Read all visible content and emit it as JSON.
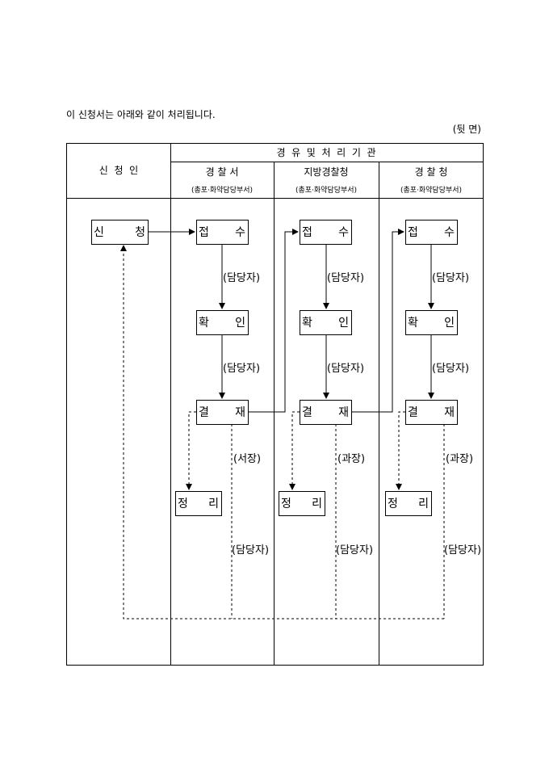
{
  "intro": "이 신청서는 아래와 같이 처리됩니다.",
  "page_side": "(뒷 면)",
  "table": {
    "applicant_header": "신  청  인",
    "route_header": "경  유  및  처  리  기  관",
    "columns": [
      {
        "name": "경  찰  서",
        "dept": "(총포·화약담당부서)"
      },
      {
        "name": "지방경찰청",
        "dept": "(총포·화약담당부서)"
      },
      {
        "name": "경  찰  청",
        "dept": "(총포·화약담당부서)"
      }
    ]
  },
  "flow": {
    "apply": [
      "신",
      "청"
    ],
    "receive": [
      "접",
      "수"
    ],
    "confirm": [
      "확",
      "인"
    ],
    "approve": [
      "결",
      "재"
    ],
    "file": [
      "정",
      "리"
    ],
    "officer": "(담당자)",
    "approvers": [
      "(서장)",
      "(과장)",
      "(과장)"
    ]
  }
}
